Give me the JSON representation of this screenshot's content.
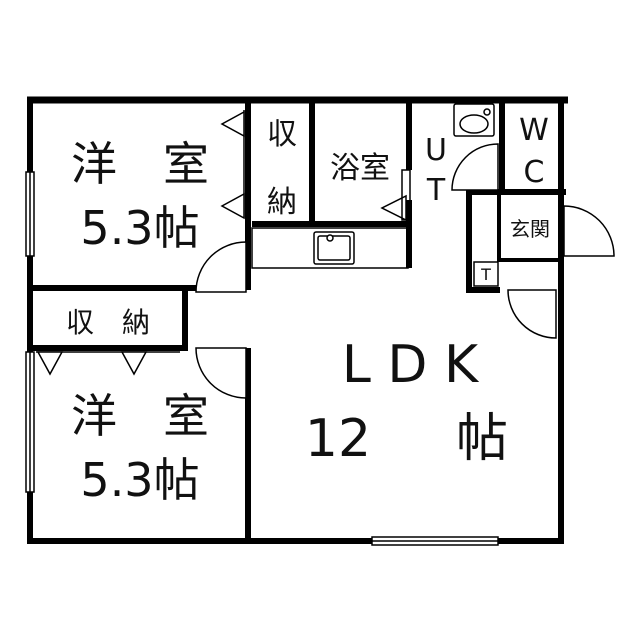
{
  "floorplan": {
    "rooms": {
      "western_top": {
        "name": "洋　室",
        "size": "5.3帖"
      },
      "closet_top": {
        "line1": "収",
        "line2": "納"
      },
      "bath": {
        "name": "浴室"
      },
      "utility": {
        "line1": "U",
        "line2": "T"
      },
      "wc": {
        "line1": "W",
        "line2": "C"
      },
      "entrance": {
        "name": "玄関"
      },
      "closet_left": {
        "name": "収　納"
      },
      "western_bottom": {
        "name": "洋　室",
        "size": "5.3帖"
      },
      "ldk": {
        "name": "L D K",
        "size_number": "12",
        "size_unit": "帖"
      },
      "small_t": {
        "name": "T"
      }
    },
    "colors": {
      "wall": "#000000",
      "background": "#ffffff"
    }
  }
}
